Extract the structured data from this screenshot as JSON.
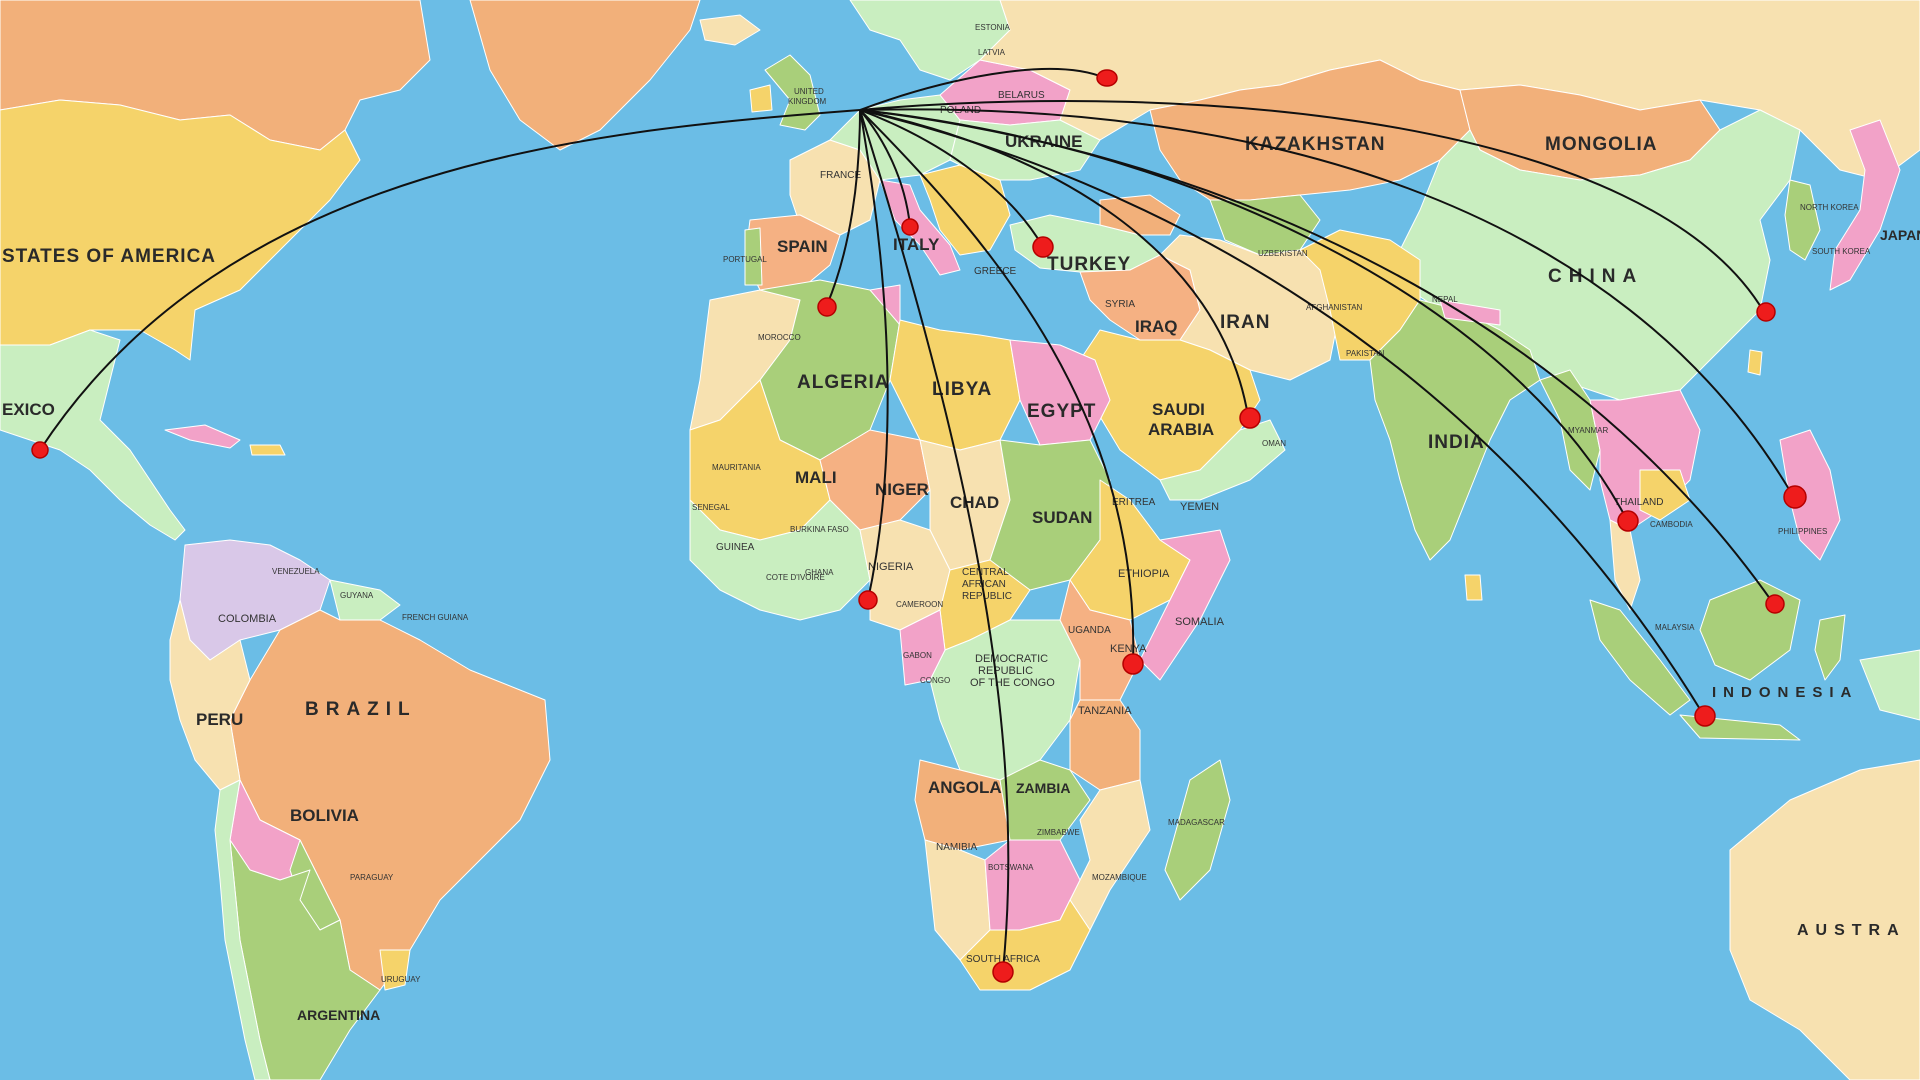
{
  "colors": {
    "ocean": "#6bbde6",
    "route": "#111111",
    "marker": "#ee1c1c"
  },
  "labels": {
    "usa": "STATES OF AMERICA",
    "mexico": "EXICO",
    "spain": "SPAIN",
    "italy": "ITALY",
    "turkey": "TURKEY",
    "ukraine": "UKRAINE",
    "kazakhstan": "KAZAKHSTAN",
    "mongolia": "MONGOLIA",
    "china": "CHINA",
    "iran": "IRAN",
    "iraq": "IRAQ",
    "saudi1": "SAUDI",
    "saudi2": "ARABIA",
    "algeria": "ALGERIA",
    "libya": "LIBYA",
    "egypt": "EGYPT",
    "mali": "MALI",
    "niger": "NIGER",
    "chad": "CHAD",
    "sudan": "SUDAN",
    "india": "INDIA",
    "brazil": "BRAZIL",
    "peru": "PERU",
    "bolivia": "BOLIVIA",
    "argentina": "ARGENTINA",
    "colombia": "COLOMBIA",
    "angola": "ANGOLA",
    "zambia": "ZAMBIA",
    "indonesia": "INDONESIA",
    "australia": "AUSTRA",
    "japan": "JAPAN",
    "tanzania": "TANZANIA",
    "kenya": "KENYA",
    "somalia": "SOMALIA",
    "ethiopia": "ETHIOPIA",
    "nigeria": "NIGERIA",
    "drc1": "DEMOCRATIC",
    "drc2": "REPUBLIC",
    "drc3": "OF THE CONGO",
    "car1": "CENTRAL",
    "car2": "AFRICAN",
    "car3": "REPUBLIC",
    "southafrica": "SOUTH AFRICA",
    "thailand": "THAILAND",
    "yemen": "YEMEN",
    "france": "FRANCE",
    "poland": "POLAND",
    "belarus": "BELARUS",
    "uk1": "UNITED",
    "uk2": "KINGDOM",
    "greece": "GREECE",
    "syria": "SYRIA",
    "eritrea": "ERITREA",
    "uganda": "UGANDA",
    "namibia": "NAMIBIA",
    "botswana": "BOTSWANA",
    "guinea": "GUINEA",
    "venezuela": "VENEZUELA",
    "pakistan": "PAKISTAN",
    "malaysia": "MALAYSIA",
    "madagascar": "MADAGASCAR",
    "congo": "CONGO",
    "gabon": "GABON",
    "cameroon": "CAMEROON",
    "mauritania": "MAURITANIA",
    "morocco": "MOROCCO",
    "portugal": "PORTUGAL",
    "afghanistan": "AFGHANISTAN",
    "oman": "OMAN",
    "burkina": "BURKINA FASO",
    "paraguay": "PARAGUAY",
    "uruguay": "URUGUAY",
    "zimbabwe": "ZIMBABWE",
    "mozambique": "MOZAMBIQUE",
    "philippines": "PHILIPPINES",
    "cambodia": "CAMBODIA",
    "myanmar": "MYANMAR",
    "nepal": "NEPAL",
    "uzbekistan": "UZBEKISTAN",
    "southkorea": "SOUTH KOREA",
    "northkorea": "NORTH KOREA",
    "senegal": "SENEGAL",
    "ivory": "COTE D'IVOIRE",
    "ghana": "GHANA",
    "frenchguiana": "FRENCH GUIANA",
    "guyana": "GUYANA",
    "estonia": "ESTONIA",
    "latvia": "LATVIA"
  }
}
